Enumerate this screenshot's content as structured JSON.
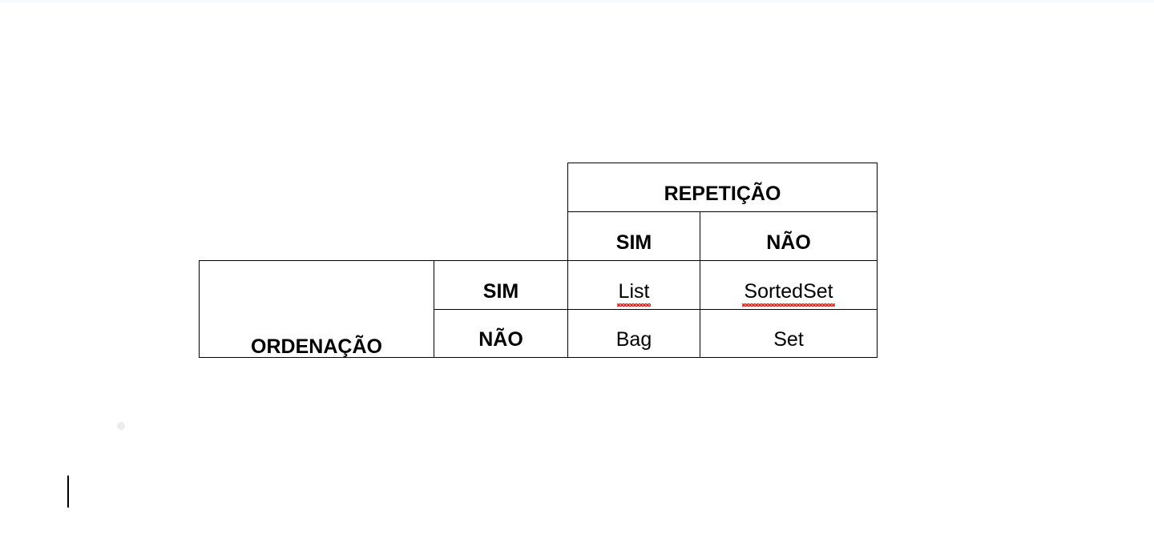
{
  "document": {
    "type": "slide-canvas",
    "background_color": "#ffffff"
  },
  "matrix": {
    "column_group_header": "REPETIÇÃO",
    "row_group_header": "ORDENAÇÃO",
    "column_headers": [
      "SIM",
      "NÃO"
    ],
    "row_headers": [
      "SIM",
      "NÃO"
    ],
    "cells": [
      [
        "List",
        "SortedSet"
      ],
      [
        "Bag",
        "Set"
      ]
    ],
    "misspelled_cells": [
      "List",
      "SortedSet"
    ],
    "border_color": "#000000",
    "spellcheck_underline_color": "#e8130f"
  },
  "artifacts": {
    "gray_dot_color": "#ececec",
    "caret_color": "#000000"
  }
}
